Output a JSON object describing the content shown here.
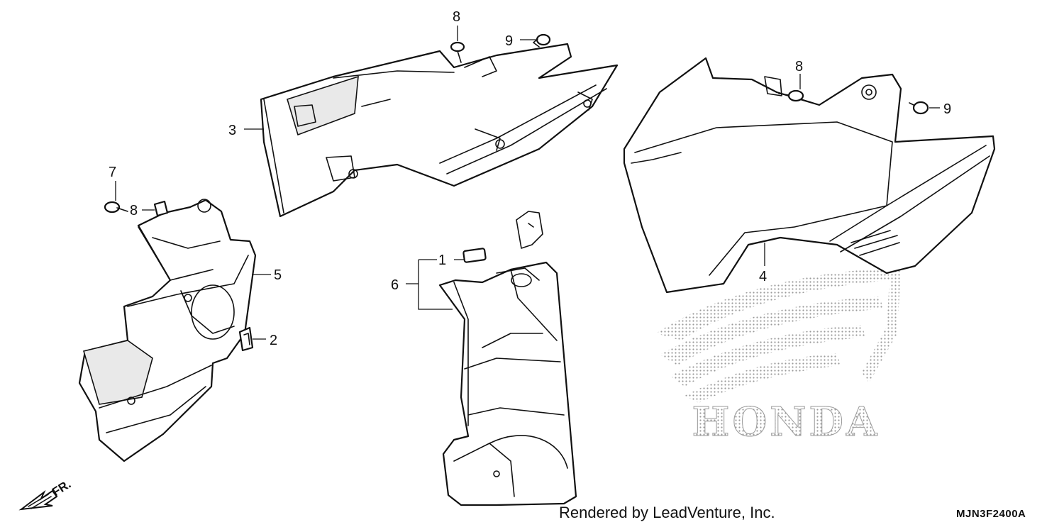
{
  "callouts": {
    "c1": "1",
    "c2": "2",
    "c3": "3",
    "c4": "4",
    "c5": "5",
    "c6": "6",
    "c7": "7",
    "c8a": "8",
    "c8b": "8",
    "c8c": "8",
    "c9a": "9",
    "c9b": "9"
  },
  "direction": {
    "label": "FR."
  },
  "watermark": {
    "brand": "HONDA",
    "color": "#bdbdbd"
  },
  "footer": {
    "credit": "Rendered by LeadVenture, Inc.",
    "code": "MJN3F2400A"
  },
  "colors": {
    "ink": "#111111",
    "background": "#ffffff"
  }
}
